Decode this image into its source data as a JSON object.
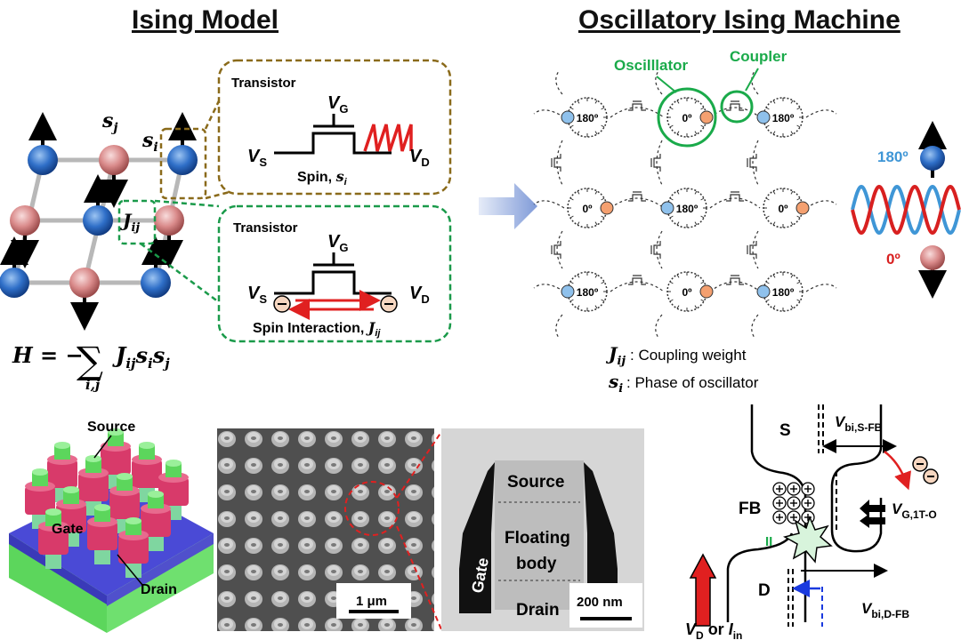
{
  "titles": {
    "left": "Ising Model",
    "right": "Oscillatory Ising Machine"
  },
  "ising": {
    "spin_labels": {
      "sj": "s",
      "sj_sub": "j",
      "si": "s",
      "si_sub": "i",
      "jij": "J",
      "jij_sub": "ij"
    },
    "hamiltonian": {
      "lhs": "H = −",
      "sum_sub": "i,j",
      "rhs": "J",
      "rhs_sub1": "ij",
      "s1": "s",
      "s1_sub": "i",
      "s2": "s",
      "s2_sub": "j"
    },
    "spin_box": {
      "heading": "Transistor",
      "vg": "V",
      "vg_sub": "G",
      "vs": "V",
      "vs_sub": "S",
      "vd": "V",
      "vd_sub": "D",
      "caption": "Spin, ",
      "caption_var": "s",
      "caption_sub": "i"
    },
    "coupling_box": {
      "heading": "Transistor",
      "vg": "V",
      "vg_sub": "G",
      "vs": "V",
      "vs_sub": "S",
      "vd": "V",
      "vd_sub": "D",
      "caption": "Spin Interaction, ",
      "caption_var": "J",
      "caption_sub": "ij"
    }
  },
  "oim": {
    "oscillator_label": "Oscilllator",
    "coupler_label": "Coupler",
    "phase_180": "180º",
    "phase_0": "0º",
    "grid": [
      [
        "180º",
        "0º",
        "180º"
      ],
      [
        "0º",
        "180º",
        "0º"
      ],
      [
        "180º",
        "0º",
        "180º"
      ]
    ],
    "legend": [
      {
        "sym": "J",
        "sub": "ij",
        "text": ": Coupling weight"
      },
      {
        "sym": "s",
        "sub": "i",
        "text": " : Phase of oscillator"
      }
    ],
    "wave_180": "180º",
    "wave_0": "0º"
  },
  "device": {
    "source": "Source",
    "gate": "Gate",
    "drain": "Drain"
  },
  "sem": {
    "scale": "1 μm"
  },
  "tem": {
    "source": "Source",
    "gate": "Gate",
    "body": "Floating",
    "body2": "body",
    "drain": "Drain",
    "scale": "200 nm"
  },
  "band": {
    "s": "S",
    "fb": "FB",
    "d": "D",
    "roman": "II",
    "vbi_sfb": "V",
    "vbi_sfb_sub": "bi,S-FB",
    "vbi_dfb": "V",
    "vbi_dfb_sub": "bi,D-FB",
    "vg": "V",
    "vg_sub": "G,1T-O",
    "vd": "V",
    "vd_sub": "D",
    "or": " or ",
    "iin": "I",
    "iin_sub": "in"
  },
  "colors": {
    "spin_blue": "#2f6fc8",
    "spin_pink": "#d98a8a",
    "gold_dash": "#8a6a1a",
    "green_dash": "#1a9a4a",
    "oim_green": "#1aaa4a",
    "red": "#e02020",
    "osc_blue": "#8fc1ec",
    "osc_orange": "#f4a070",
    "wave_blue": "#3f96d6",
    "wave_red": "#d82020"
  }
}
